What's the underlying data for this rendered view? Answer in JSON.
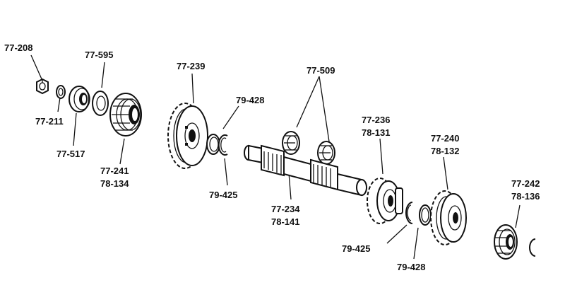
{
  "diagram": {
    "labels": {
      "nut": "77-208",
      "washer": "77-211",
      "bearing_517": "77-517",
      "thrust_washer": "77-595",
      "gear_241": [
        "77-241",
        "78-134"
      ],
      "gear_239": "77-239",
      "ring_428_left": "79-428",
      "ring_425_left": "79-425",
      "bearings_509": "77-509",
      "shaft": [
        "77-234",
        "78-141"
      ],
      "gear_236": [
        "77-236",
        "78-131"
      ],
      "ring_425_right": "79-425",
      "ring_428_right": "79-428",
      "gear_240": [
        "77-240",
        "78-132"
      ],
      "gear_242": [
        "77-242",
        "78-136"
      ]
    }
  }
}
